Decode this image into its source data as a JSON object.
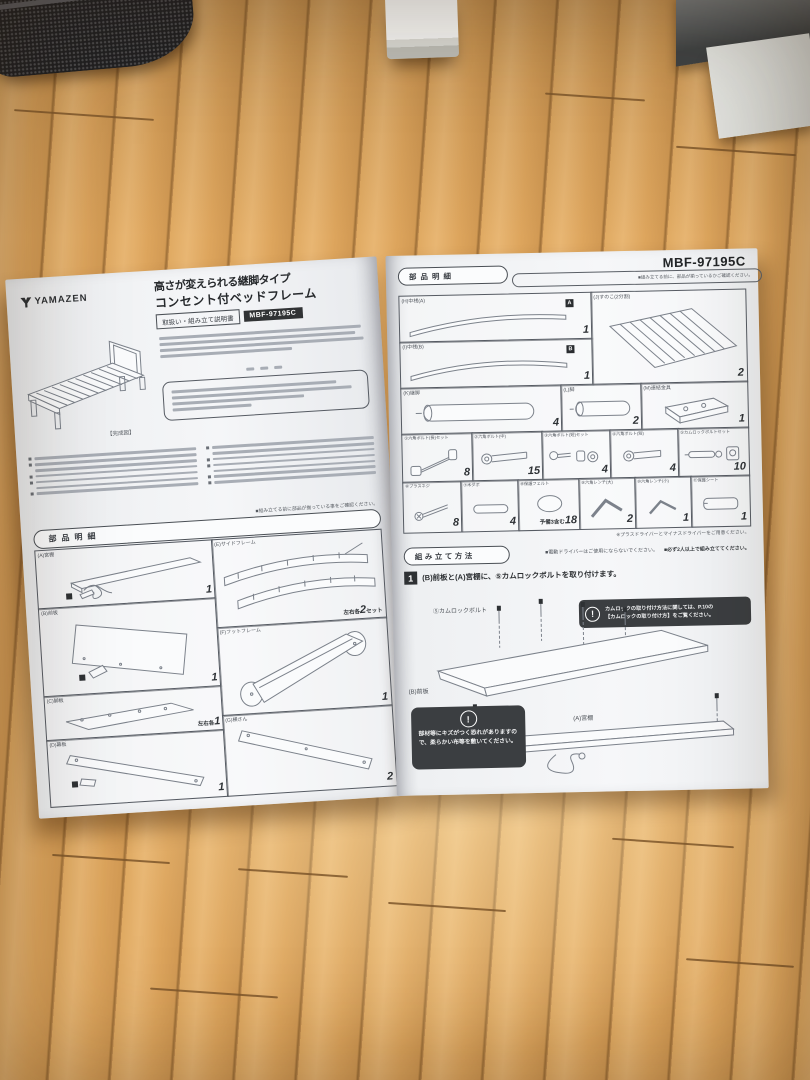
{
  "left_page": {
    "brand": "YAMAZEN",
    "title1": "高さが変えられる継脚タイプ",
    "title2": "コンセント付ベッドフレーム",
    "doc_label": "取扱い・組み立て説明書",
    "model": "MBF-97195C",
    "figure_caption": "【完成図】",
    "check_note": "■組み立てる前に部品が揃っている事をご確認ください。",
    "parts_header": "部品明細",
    "parts": [
      {
        "label": "(A)宮棚",
        "qty": "1"
      },
      {
        "label": "(B)前板",
        "qty": "1"
      },
      {
        "label": "(C)脚板",
        "qty_prefix": "左右各",
        "qty": "1"
      },
      {
        "label": "(D)幕板",
        "qty": "1"
      },
      {
        "label": "(E)サイドフレーム",
        "qty_prefix": "左右各",
        "qty": "2",
        "qty_suffix": "セット"
      },
      {
        "label": "(F)フットフレーム",
        "qty": "1"
      },
      {
        "label": "(G)横さん",
        "qty": "2"
      }
    ]
  },
  "right_page": {
    "model": "MBF-97195C",
    "parts_header": "部品明細",
    "header_note": "■組み立てる前に、部品が揃っているかご確認ください。",
    "parts": [
      {
        "label": "(H)中桟(A)",
        "badge": "A",
        "qty": "1"
      },
      {
        "label": "(I)中桟(B)",
        "badge": "B",
        "qty": "1"
      },
      {
        "label": "(J)すのこ(2分割)",
        "qty": "2"
      },
      {
        "label": "(K)継脚",
        "qty": "4"
      },
      {
        "label": "(L)脚",
        "qty": "2"
      },
      {
        "label": "(M)連結金具",
        "qty": "1"
      }
    ],
    "hardware": [
      {
        "label": "①六角ボルト(長)セット",
        "qty": "8"
      },
      {
        "label": "②六角ボルト(中)",
        "qty": "15"
      },
      {
        "label": "③六角ボルト(短)セット",
        "qty": "4"
      },
      {
        "label": "④六角ボルト(短)",
        "qty": "4"
      },
      {
        "label": "⑤カムロックボルトセット",
        "qty": "10"
      },
      {
        "label": "⑥プラスネジ",
        "qty": "8"
      },
      {
        "label": "⑦木ダボ",
        "qty": "4"
      },
      {
        "label": "⑧保護フェルト",
        "qty_prefix": "予備3含む",
        "qty": "18"
      },
      {
        "label": "⑨六角レンチ(大)",
        "qty": "2"
      },
      {
        "label": "⑩六角レンチ(小)",
        "qty": "1"
      },
      {
        "label": "⑪保護シート",
        "qty": "1"
      }
    ],
    "screwdriver_note": "※プラスドライバーとマイナスドライバーをご用意ください。",
    "assembly": {
      "header": "組み立て方法",
      "note1": "■電動ドライバーはご使用にならないでください。",
      "note2": "■必ず2人以上で組み立ててください。",
      "step_no": "1",
      "step_text": "(B)前板と(A)宮棚に、⑤カムロックボルトを取り付けます。",
      "info_line1": "カムロックの取り付け方法に関しては、P.10の",
      "info_line2": "【カムロックの取り付け方】をご覧ください。",
      "caution": "部材等にキズがつく恐れがありますので、柔らかい布等を敷いてください。",
      "label_bolt": "⑤カムロックボルト",
      "label_front": "(B)前板",
      "label_shelf": "(A)宮棚"
    }
  }
}
